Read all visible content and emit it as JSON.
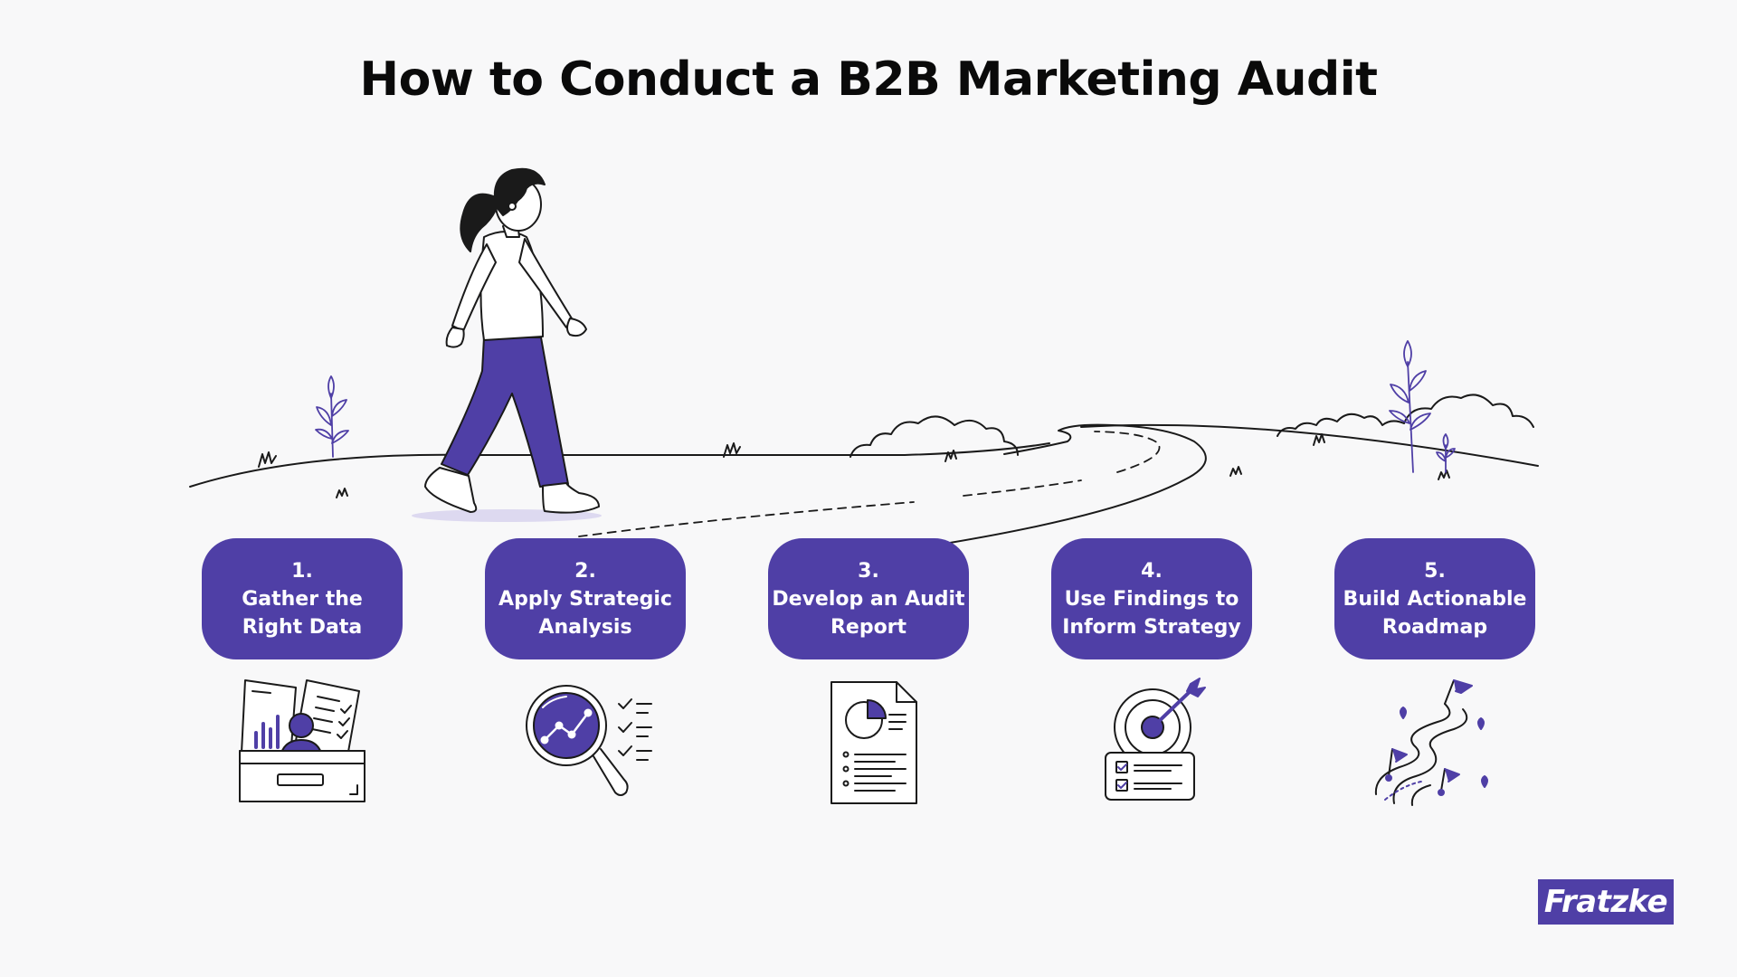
{
  "title": "How to Conduct a B2B Marketing Audit",
  "steps": [
    {
      "number": "1.",
      "line1": "Gather the",
      "line2": "Right Data",
      "icon": "data-tray-icon"
    },
    {
      "number": "2.",
      "line1": "Apply Strategic",
      "line2": "Analysis",
      "icon": "magnifier-analysis-icon"
    },
    {
      "number": "3.",
      "line1": "Develop an Audit",
      "line2": "Report",
      "icon": "report-document-icon"
    },
    {
      "number": "4.",
      "line1": "Use Findings to",
      "line2": "Inform Strategy",
      "icon": "target-arrow-icon"
    },
    {
      "number": "5.",
      "line1": "Build Actionable",
      "line2": "Roadmap",
      "icon": "roadmap-flags-icon"
    }
  ],
  "logo": "Fratzke",
  "colors": {
    "accent": "#4f3fa6",
    "ink": "#1a1a1a",
    "background": "#f8f8f9",
    "shadow": "#ddd9f0"
  }
}
